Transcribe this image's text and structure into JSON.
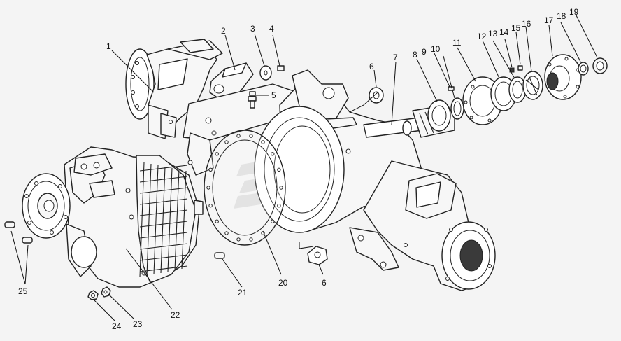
{
  "diagram": {
    "callouts": [
      {
        "id": "1",
        "label": "1"
      },
      {
        "id": "2",
        "label": "2"
      },
      {
        "id": "3",
        "label": "3"
      },
      {
        "id": "4",
        "label": "4"
      },
      {
        "id": "5",
        "label": "5"
      },
      {
        "id": "6a",
        "label": "6"
      },
      {
        "id": "7",
        "label": "7"
      },
      {
        "id": "8",
        "label": "8"
      },
      {
        "id": "9",
        "label": "9"
      },
      {
        "id": "10",
        "label": "10"
      },
      {
        "id": "11",
        "label": "11"
      },
      {
        "id": "12",
        "label": "12"
      },
      {
        "id": "13",
        "label": "13"
      },
      {
        "id": "14",
        "label": "14"
      },
      {
        "id": "15",
        "label": "15"
      },
      {
        "id": "16",
        "label": "16"
      },
      {
        "id": "17",
        "label": "17"
      },
      {
        "id": "18",
        "label": "18"
      },
      {
        "id": "19",
        "label": "19"
      },
      {
        "id": "20",
        "label": "20"
      },
      {
        "id": "6b",
        "label": "6"
      },
      {
        "id": "21",
        "label": "21"
      },
      {
        "id": "22",
        "label": "22"
      },
      {
        "id": "23",
        "label": "23"
      },
      {
        "id": "24",
        "label": "24"
      },
      {
        "id": "25",
        "label": "25"
      }
    ],
    "watermark_icon": "mtz-logo-watermark",
    "colors": {
      "line": "#222222",
      "background": "#f4f4f4",
      "watermark": "#cfcfcf"
    }
  }
}
